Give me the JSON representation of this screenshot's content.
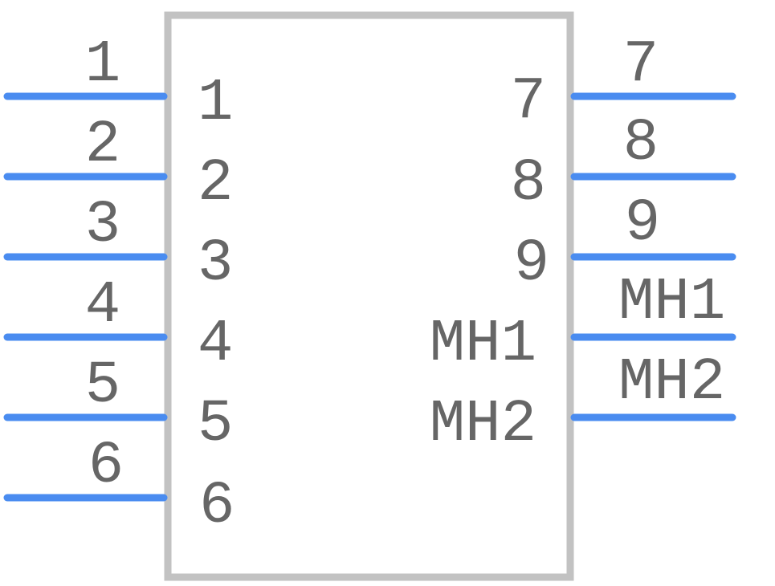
{
  "component": {
    "body_color": "#c2c2c2",
    "pin_color": "#4a8cf0",
    "text_color": "#666666"
  },
  "left_pins": [
    {
      "number": "1",
      "name": "1"
    },
    {
      "number": "2",
      "name": "2"
    },
    {
      "number": "3",
      "name": "3"
    },
    {
      "number": "4",
      "name": "4"
    },
    {
      "number": "5",
      "name": "5"
    },
    {
      "number": "6",
      "name": "6"
    }
  ],
  "right_pins": [
    {
      "number": "7",
      "name": "7"
    },
    {
      "number": "8",
      "name": "8"
    },
    {
      "number": "9",
      "name": "9"
    },
    {
      "number": "MH1",
      "name": "MH1"
    },
    {
      "number": "MH2",
      "name": "MH2"
    }
  ]
}
